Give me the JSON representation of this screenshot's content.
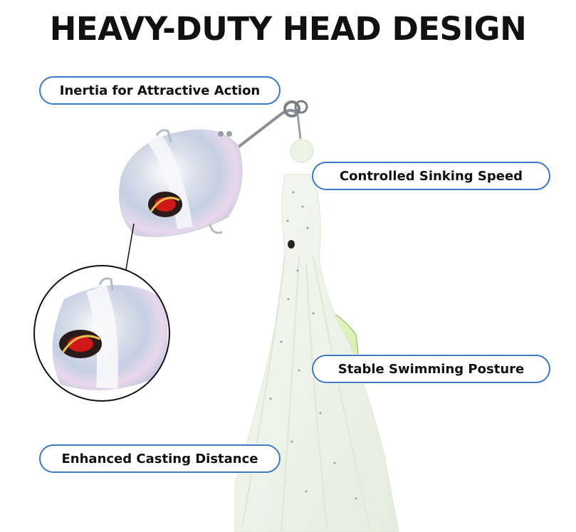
{
  "title": "HEAVY-DUTY HEAD DESIGN",
  "callouts": {
    "inertia": "Inertia for Attractive Action",
    "sinking": "Controlled Sinking Speed",
    "swimming": "Stable Swimming Posture",
    "casting": "Enhanced Casting Distance"
  },
  "colors": {
    "callout_border": "#3b78c8",
    "skirt": "#eef3e8",
    "hook_green": "#c9ee9a"
  },
  "icons": [
    "jig-head",
    "snap-swivel",
    "glow-bead",
    "octopus-skirt",
    "hook",
    "zoom-inset"
  ]
}
